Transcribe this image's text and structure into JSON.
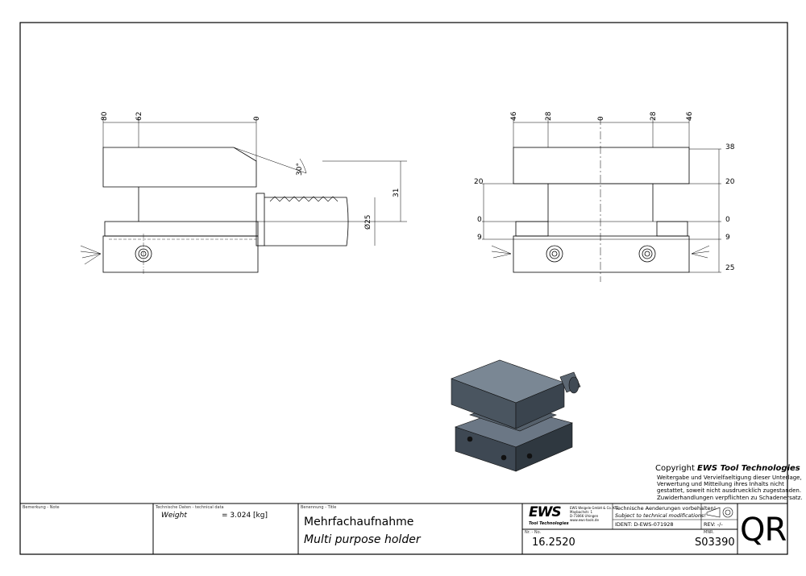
{
  "left_view": {
    "dims_top": [
      "80",
      "62",
      "0"
    ],
    "angle": "30°",
    "height": "31",
    "diameter": "Ø25"
  },
  "right_view": {
    "dims_top": [
      "46",
      "28",
      "0",
      "28",
      "46"
    ],
    "dims_left": [
      "20",
      "0",
      "9"
    ],
    "dims_right": [
      "38",
      "20",
      "0",
      "9",
      "25"
    ]
  },
  "copyright": {
    "title_prefix": "Copyright ",
    "brand": "EWS Tool Technologies",
    "lines": [
      "Weitergabe und Vervielfaeltigung dieser Unterlage,",
      "Verwertung und Mitteilung ihres Inhalts nicht",
      "gestattet, soweit nicht ausdruecklich zugestanden.",
      "Zuwiderhandlungen verpflichten zu Schadenersatz."
    ]
  },
  "title_block": {
    "note_label": "Bemerkung - Note",
    "tech_label": "Technische Daten - technical data",
    "weight_label": "Weight",
    "weight_value": "= 3.024 [kg]",
    "title_label": "Benennung - Title",
    "title_de": "Mehrfachaufnahme",
    "title_en": "Multi purpose holder",
    "logo": "EWS",
    "logo_sub": "Tool Technologies",
    "address": [
      "EWS Weigele GmbH & Co. KG",
      "Maybachstr. 1",
      "D-73066 Uhingen",
      "www.ews-tools.de"
    ],
    "change_de": "Technische Aenderungen vorbehalten!",
    "change_en": "Subject to technical modifications!",
    "ident": "IDENT:  D-EWS-071928",
    "rev": "REV:  -/-",
    "nr_label": "Nr. - No.",
    "nr": "16.2520",
    "mnr_label": "MNR.",
    "mnr": "S03390",
    "qr": "QR"
  }
}
